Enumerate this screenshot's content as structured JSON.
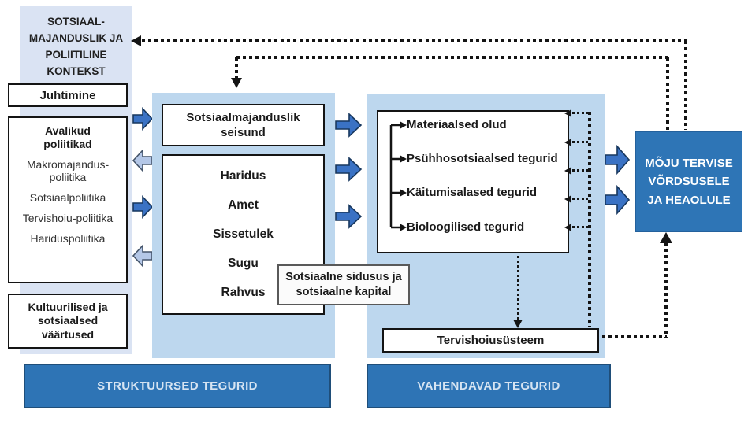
{
  "colors": {
    "context_panel_bg": "#DAE3F3",
    "panel_bg": "#BDD7EE",
    "impact_box_bg": "#2E75B6",
    "bar_bg": "#2E74B5",
    "bar_text": "#D6E4F2",
    "arrow_dark": "#3A72C4",
    "arrow_light": "#B4C7E7",
    "dotted_line": "#141414"
  },
  "context": {
    "title": "SOTSIAAL-MAJANDUSLIK JA POLIITILINE KONTEKST",
    "governance": "Juhtimine",
    "policies_header": "Avalikud poliitikad",
    "policy_items": [
      "Makromajandus-poliitika",
      "Sotsiaalpoliitika",
      "Tervishoiu-poliitika",
      "Hariduspoliitika"
    ],
    "values": "Kultuurilised ja sotsiaalsed väärtused"
  },
  "structural": {
    "ses": "Sotsiaalmajanduslik seisund",
    "stratifiers": [
      "Haridus",
      "Amet",
      "Sissetulek",
      "Sugu",
      "Rahvus"
    ]
  },
  "social_cohesion": "Sotsiaalne sidusus ja sotsiaalne kapital",
  "intermediary": {
    "factors": [
      "Materiaalsed olud",
      "Psühhosotsiaalsed tegurid",
      "Käitumisalased tegurid",
      "Bioloogilised tegurid"
    ],
    "health_system": "Tervishoiusüsteem"
  },
  "impact": "MÕJU TERVISE VÕRDSUSELE JA HEAOLULE",
  "bars": {
    "structural": "STRUKTUURSED TEGURID",
    "intermediary": "VAHENDAVAD TEGURID"
  }
}
